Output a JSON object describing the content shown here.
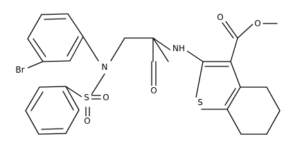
{
  "molecule": {
    "atom_labels": {
      "br": "Br",
      "n_sulfonamide": "N",
      "s_sulfonyl": "S",
      "o_sulfonyl_1": "O",
      "o_sulfonyl_2": "O",
      "o_amide": "O",
      "nh_amide": "NH",
      "s_thiophene": "S",
      "o_ester_carbonyl": "O",
      "o_ester_ether": "O"
    }
  }
}
